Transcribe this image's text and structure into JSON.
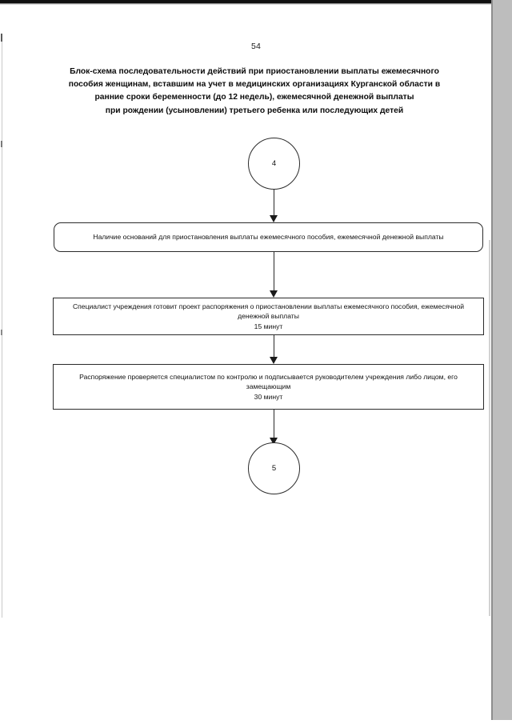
{
  "document": {
    "page_number": "54",
    "title_lines": [
      "Блок-схема последовательности действий при приостановлении выплаты ежемесячного",
      "пособия женщинам, вставшим на учет в медицинских организациях Курганской области в",
      "ранние сроки беременности (до 12 недель), ежемесячной денежной выплаты",
      "при рождении (усыновлении) третьего ребенка или последующих детей"
    ]
  },
  "flowchart": {
    "start_connector": {
      "label": "4"
    },
    "nodes": [
      {
        "id": "node-start",
        "shape": "circle",
        "text": "4"
      },
      {
        "id": "node-step-1",
        "shape": "rounded-rect",
        "lines": [
          "Наличие оснований для приостановления выплаты ежемесячного пособия, ежемесячной денежной",
          "выплаты"
        ]
      },
      {
        "id": "node-step-2",
        "shape": "rect",
        "lines": [
          "Специалист учреждения готовит проект распоряжения о приостановлении выплаты ежемесячного",
          "пособия, ежемесячной денежной выплаты",
          "15 минут"
        ],
        "duration": "15 минут"
      },
      {
        "id": "node-step-3",
        "shape": "rect",
        "lines": [
          "Распоряжение проверяется специалистом по контролю и подписывается руководителем учреждения",
          "либо лицом, его замещающим",
          "30 минут"
        ],
        "duration": "30 минут"
      },
      {
        "id": "node-end",
        "shape": "circle",
        "text": "5"
      }
    ]
  },
  "colors": {
    "ink": "#111111",
    "stroke": "#2b2b2b",
    "paper": "#ffffff",
    "scan_edge": "#bdbdbd"
  }
}
